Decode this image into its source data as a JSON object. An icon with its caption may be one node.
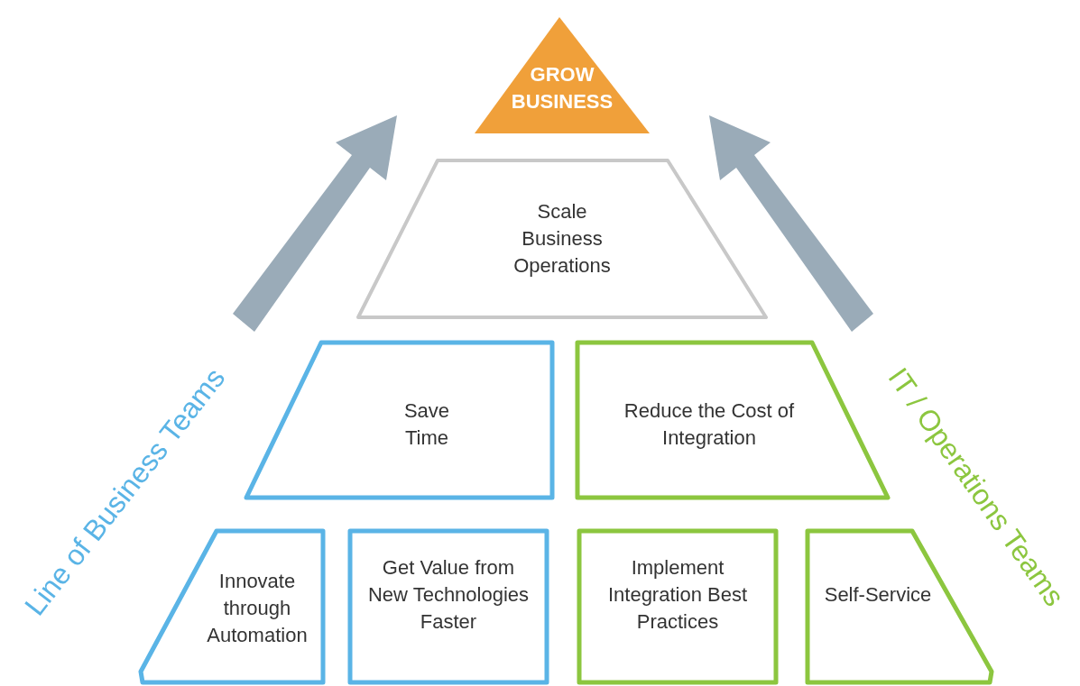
{
  "diagram": {
    "nodes": [
      {
        "text": [
          "GROW BUSINESS"
        ]
      },
      {
        "text": [
          "Scale Business Operations"
        ]
      },
      {
        "text": [
          "Save Time"
        ]
      },
      {
        "text": [
          "Reduce the Cost of Integration"
        ]
      },
      {
        "text": [
          "Innovate through Automation"
        ]
      },
      {
        "text": [
          "Get Value from New Technologies Faster"
        ]
      },
      {
        "text": [
          "Implement Integration Best Practices"
        ]
      },
      {
        "text": [
          "Self-Service"
        ]
      }
    ],
    "edges": [],
    "labels": [
      "Line of Business Teams",
      "IT / Operations Teams"
    ]
  }
}
